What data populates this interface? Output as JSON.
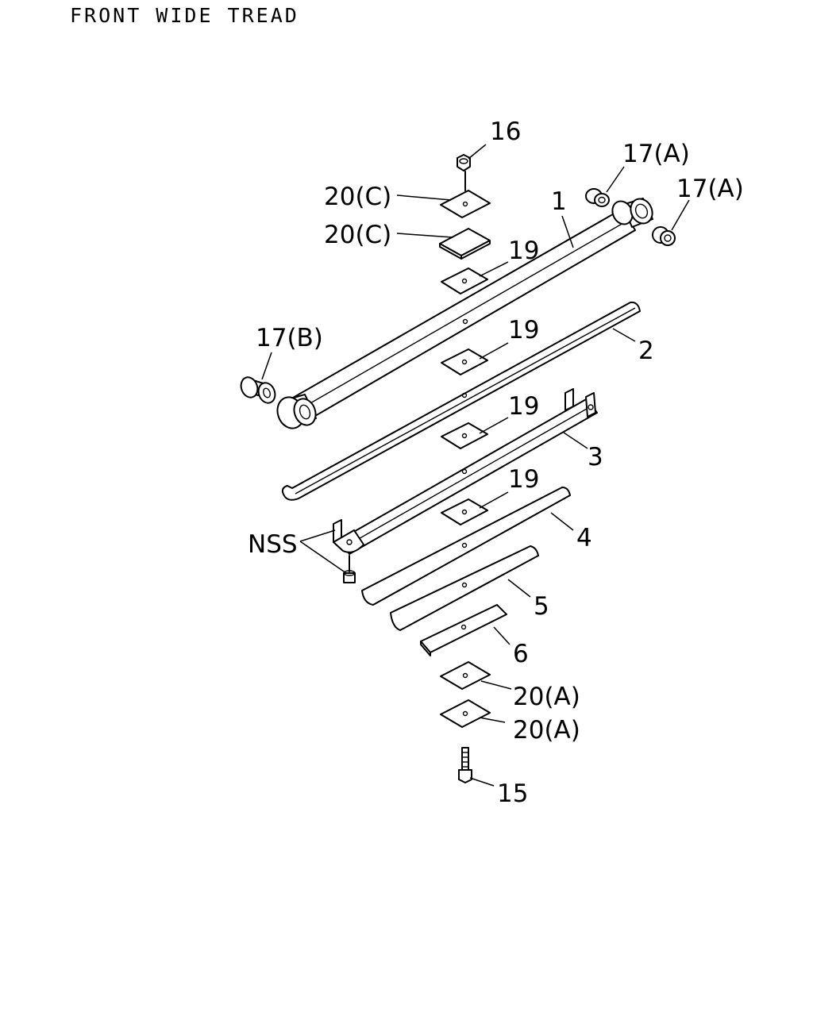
{
  "title": "FRONT WIDE TREAD",
  "callouts": {
    "c16": "16",
    "c17a_1": "17(A)",
    "c17a_2": "17(A)",
    "c20c_1": "20(C)",
    "c20c_2": "20(C)",
    "c1": "1",
    "c19_1": "19",
    "c17b": "17(B)",
    "c19_2": "19",
    "c2": "2",
    "c19_3": "19",
    "c3": "3",
    "c19_4": "19",
    "cnss": "NSS",
    "c4": "4",
    "c5": "5",
    "c6": "6",
    "c20a_1": "20(A)",
    "c20a_2": "20(A)",
    "c15": "15"
  }
}
